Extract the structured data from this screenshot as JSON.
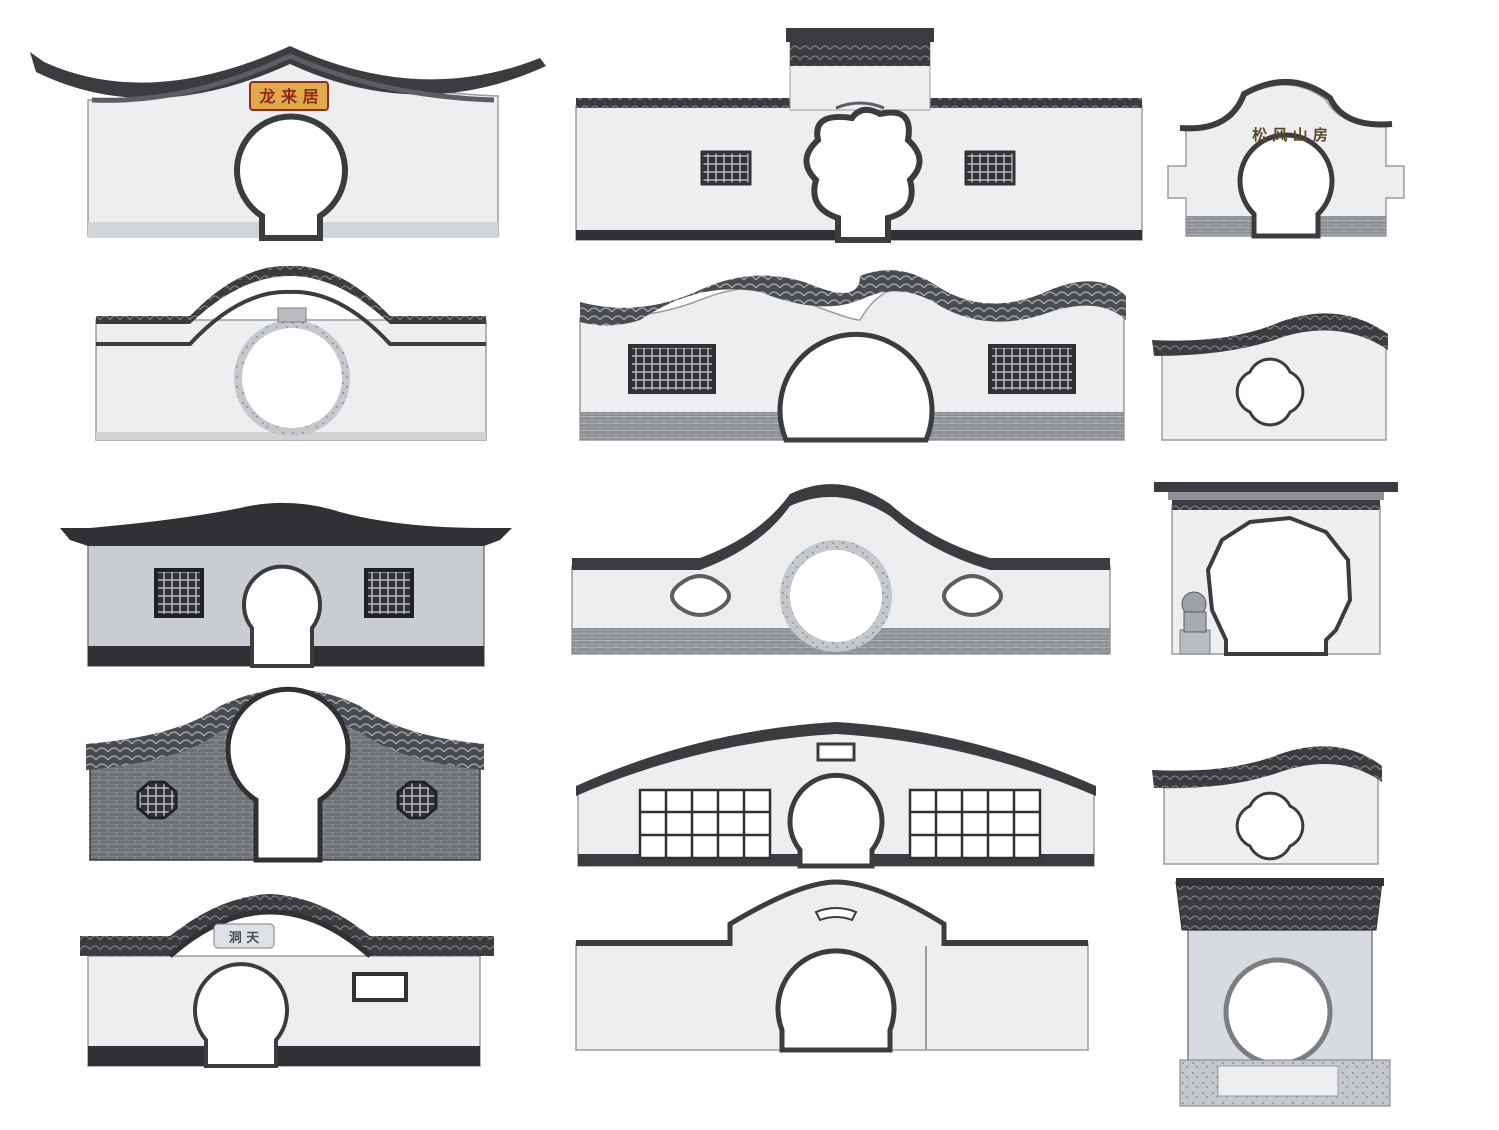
{
  "sheet": {
    "background": "#ffffff",
    "palette": {
      "wall": "#eceeef",
      "wall_shade": "#d8dbde",
      "roof": "#3a3c40",
      "roof_light": "#5a5d62",
      "brick": "#6e7176",
      "stone": "#b9bcc0",
      "plaque_gold": "#b8862e",
      "plaque_red": "#8e2a1e"
    },
    "items": [
      {
        "id": "gate-01",
        "type": "moon-gate wall",
        "roof": "swept curved eave",
        "opening": "keyhole moon arch",
        "plaque_text": "龙 来 居"
      },
      {
        "id": "gate-02",
        "type": "flat wall with raised center tower",
        "roof": "tiled eave",
        "opening": "ruyi cloud-shaped doorway",
        "windows": "two lattice windows"
      },
      {
        "id": "gate-03",
        "type": "small arched wall",
        "roof": "double hump",
        "opening": "keyhole moon arch",
        "plaque_text": "松 风 山 房"
      },
      {
        "id": "gate-04",
        "type": "arched wall",
        "roof": "tiled hump eave",
        "opening": "full moon gate with stone rim"
      },
      {
        "id": "gate-05",
        "type": "wave-ridge wall",
        "roof": "scalloped tile ridge",
        "opening": "moon gate",
        "windows": "two lattice windows",
        "base": "brick"
      },
      {
        "id": "gate-06",
        "type": "small wall",
        "roof": "tile eave",
        "opening": "quatrefoil window"
      },
      {
        "id": "gate-07",
        "type": "dark-capped wall",
        "roof": "heavy dark eave",
        "opening": "keyhole moon arch",
        "windows": "two fret lattice windows"
      },
      {
        "id": "gate-08",
        "type": "arched wall",
        "roof": "hump eave",
        "opening": "moon gate with stone rim",
        "windows": "two cloud windows",
        "base": "brick"
      },
      {
        "id": "gate-09",
        "type": "gate portal",
        "roof": "flat cornice",
        "opening": "octagonal moon gate",
        "ornament": "stone lion"
      },
      {
        "id": "gate-10",
        "type": "brick wall",
        "roof": "arched tile ridge",
        "opening": "keyhole moon arch",
        "windows": "two hexagonal windows"
      },
      {
        "id": "gate-11",
        "type": "segment-arch wall",
        "roof": "low curved coping",
        "opening": "keyhole moon arch",
        "windows": "two grid windows"
      },
      {
        "id": "gate-12",
        "type": "small wall",
        "roof": "tile eave",
        "opening": "quatrefoil window"
      },
      {
        "id": "gate-13",
        "type": "arched wall",
        "roof": "tiled hump eave",
        "opening": "keyhole moon arch",
        "windows": "one rectangular window",
        "plaque_text": "洞 天"
      },
      {
        "id": "gate-14",
        "type": "split wall",
        "roof": "raised arched coping",
        "opening": "moon gate"
      },
      {
        "id": "gate-15",
        "type": "roofed gate pavilion",
        "roof": "tiled gable roof",
        "opening": "moon gate",
        "base": "stone plinth"
      }
    ]
  }
}
